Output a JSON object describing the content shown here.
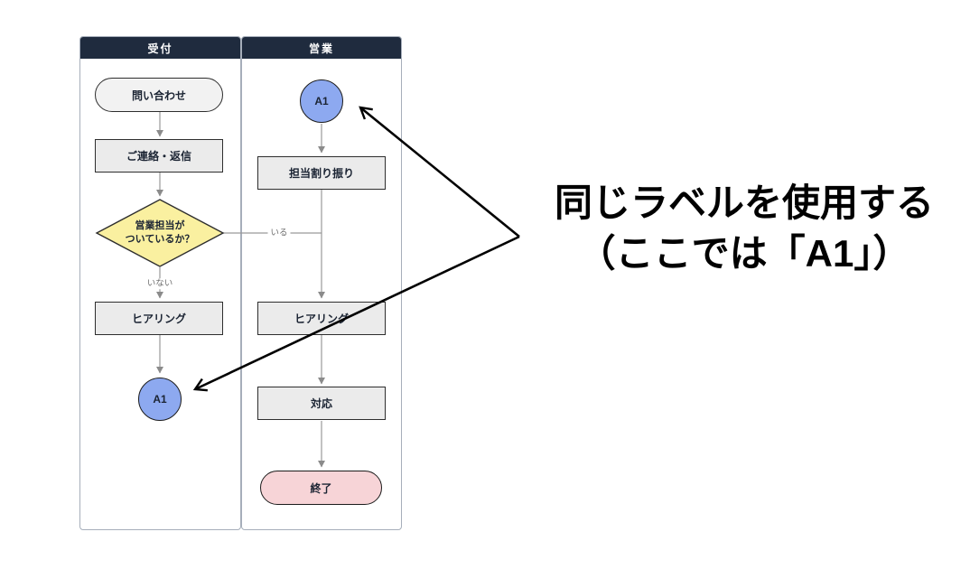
{
  "diagram": {
    "lanes": [
      {
        "id": "reception",
        "label": "受付"
      },
      {
        "id": "sales",
        "label": "営業"
      }
    ],
    "nodes": {
      "inquiry": "問い合わせ",
      "contact_reply": "ご連絡・返信",
      "decision_line1": "営業担当が",
      "decision_line2": "ついているか？",
      "hearing_reception": "ヒアリング",
      "offpage_reception": "A1",
      "offpage_sales": "A1",
      "assign": "担当割り振り",
      "hearing_sales": "ヒアリング",
      "respond": "対応",
      "end": "終了"
    },
    "edge_labels": {
      "yes": "いる",
      "no": "いない"
    }
  },
  "annotation": {
    "line1": "同じラベルを使用する",
    "line2": "（ここでは「A1」）"
  },
  "colors": {
    "navy": "#1f2b3e",
    "blue": "#8da9f0",
    "yellow": "#faf0a0",
    "pink": "#f7d4d7",
    "gray_fill": "#ebebeb",
    "stadium_fill": "#f2f2f2",
    "node_border": "#2e2e2e",
    "lane_border": "#a6aeba",
    "line_gray": "#999999",
    "label_gray": "#6e6e6e",
    "text_dark": "#1b2433",
    "annotation_black": "#000000"
  }
}
